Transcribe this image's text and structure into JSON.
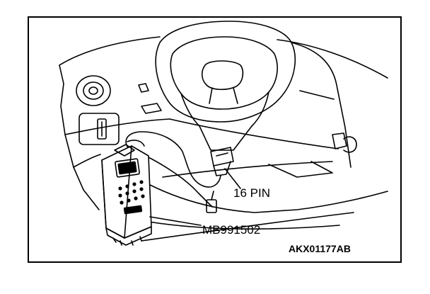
{
  "labels": {
    "connector": "16 PIN",
    "tool_part_number": "MB991502",
    "figure_code": "AKX01177AB"
  },
  "colors": {
    "ink": "#000000",
    "paper": "#ffffff"
  },
  "icons": {
    "scan_tool": "handheld-diagnostic-scan-tool",
    "connector": "16-pin-diagnostic-connector",
    "steering_wheel": "steering-wheel"
  }
}
